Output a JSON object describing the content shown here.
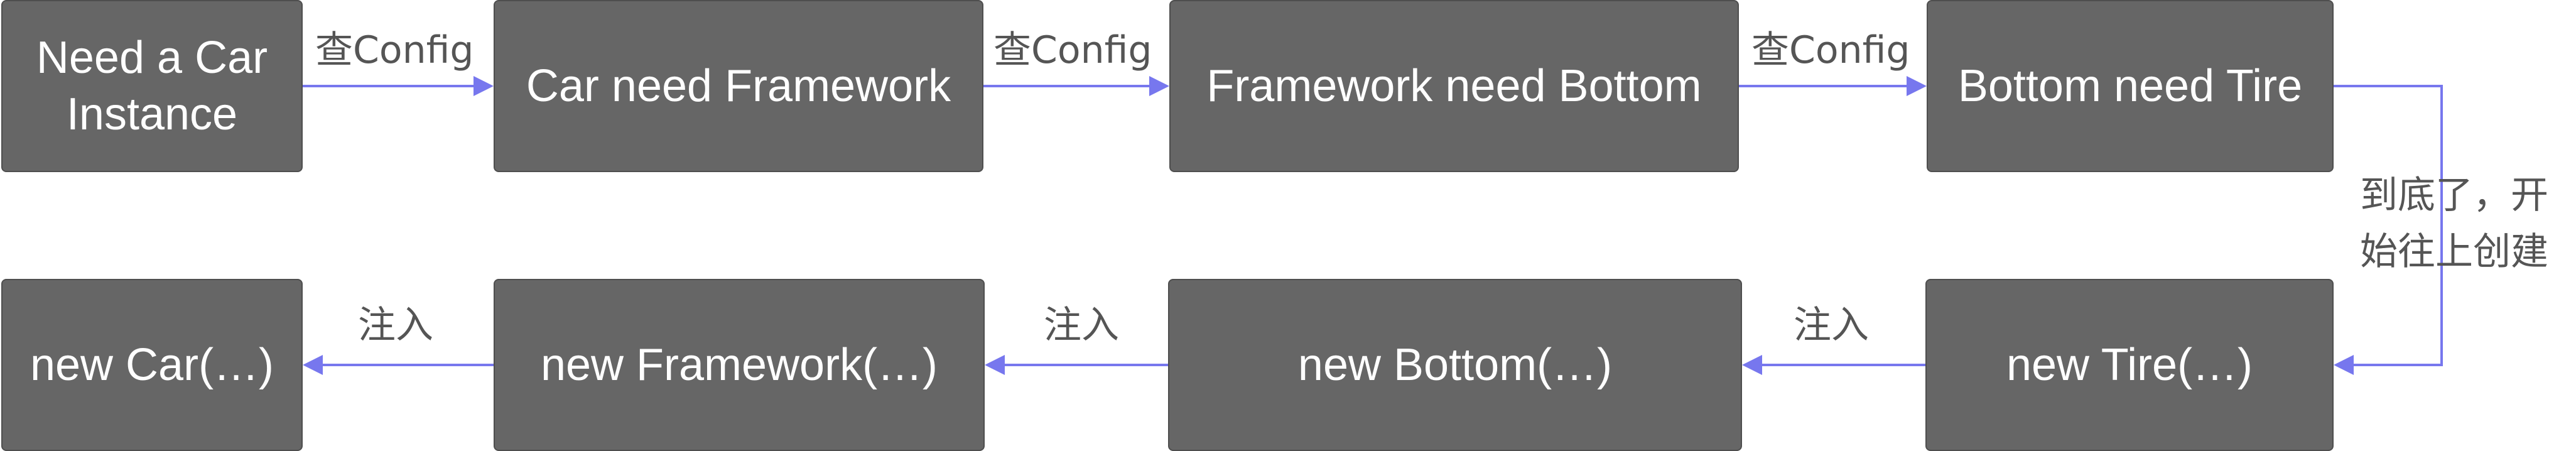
{
  "nodes": {
    "need_car": "Need a Car\nInstance",
    "car_need_framework": "Car need Framework",
    "framework_need_bottom": "Framework need Bottom",
    "bottom_need_tire": "Bottom need Tire",
    "new_tire": "new Tire(…)",
    "new_bottom": "new Bottom(…)",
    "new_framework": "new Framework(…)",
    "new_car": "new Car(…)"
  },
  "edge_labels": {
    "lookup_1": "查Config",
    "lookup_2": "查Config",
    "lookup_3": "查Config",
    "turn": "到底了，开\n始往上创建",
    "inject_1": "注入",
    "inject_2": "注入",
    "inject_3": "注入"
  },
  "colors": {
    "node_fill": "#666666",
    "node_text": "#ffffff",
    "arrow": "#7777ee",
    "label_text": "#555555"
  }
}
